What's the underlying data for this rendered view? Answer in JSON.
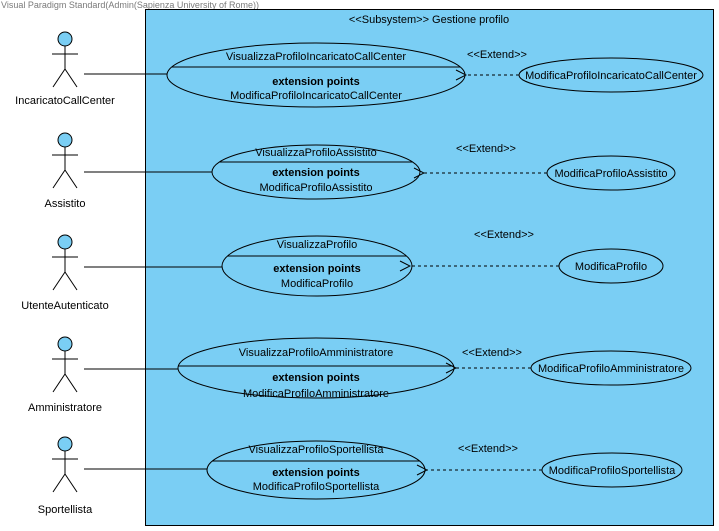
{
  "watermark": "Visual Paradigm Standard(Admin(Sapienza University of Rome))",
  "subsystem": {
    "title": "<<Subsystem>> Gestione profilo",
    "fill_color": "#7acef4"
  },
  "extension_points_label": "extension points",
  "extend_label": "<<Extend>>",
  "actor_fill_color": "#7acef4",
  "rows": [
    {
      "actor": "IncaricatoCallCenter",
      "use_case": "VisualizzaProfiloIncaricatoCallCenter",
      "extension_point": "ModificaProfiloIncaricatoCallCenter",
      "extending_use_case": "ModificaProfiloIncaricatoCallCenter"
    },
    {
      "actor": "Assistito",
      "use_case": "VisualizzaProfiloAssistito",
      "extension_point": "ModificaProfiloAssistito",
      "extending_use_case": "ModificaProfiloAssistito"
    },
    {
      "actor": "UtenteAutenticato",
      "use_case": "VisualizzaProfilo",
      "extension_point": "ModificaProfilo",
      "extending_use_case": "ModificaProfilo"
    },
    {
      "actor": "Amministratore",
      "use_case": "VisualizzaProfiloAmministratore",
      "extension_point": "ModificaProfiloAmministratore",
      "extending_use_case": "ModificaProfiloAmministratore"
    },
    {
      "actor": "Sportellista",
      "use_case": "VisualizzaProfiloSportellista",
      "extension_point": "ModificaProfiloSportellista",
      "extending_use_case": "ModificaProfiloSportellista"
    }
  ]
}
